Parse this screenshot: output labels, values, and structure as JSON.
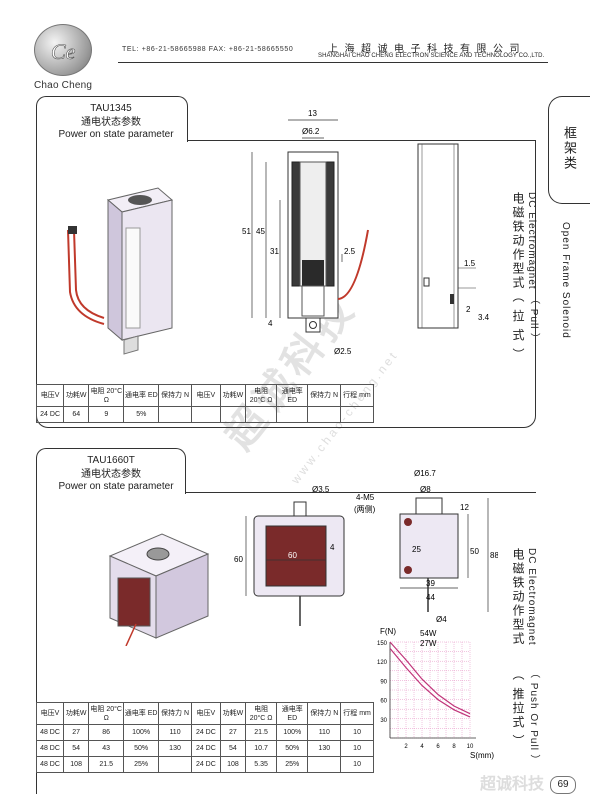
{
  "header": {
    "logo_text": "Chao Cheng",
    "contact": "TEL: +86-21-58665988  FAX: +86-21-58665550",
    "company_cn": "上海超诚电子科技有限公司",
    "company_en": "SHANGHAI CHAO CHENG ELECTRON SCIENCE AND TECHNOLOGY CO.,LTD."
  },
  "side_tab": {
    "title": "框架类"
  },
  "side_labels": {
    "top_en": "DC Electromagnet",
    "top_cn": "电磁铁动作型式",
    "top_paren": "（ 拉 式 ）",
    "top_paren_en": "（ Pull ）",
    "open_frame": "Open Frame Solenoid",
    "bottom_en": "DC Electromagnet",
    "bottom_cn": "电磁铁动作型式",
    "bottom_paren": "（ 推拉式 ）",
    "bottom_paren_en": "（ Push Or Pull ）"
  },
  "products": [
    {
      "model": "TAU1345",
      "section_cn": "通电状态参数",
      "section_en": "Power on state parameter",
      "table_headers": [
        "电压V",
        "功耗W",
        "电阻 20°C Ω",
        "通电率 ED",
        "保持力 N",
        "电压V",
        "功耗W",
        "电阻 20°C Ω",
        "通电率 ED",
        "保持力 N",
        "行程 mm"
      ],
      "rows": [
        [
          "24 DC",
          "64",
          "9",
          "5%",
          "",
          "",
          "",
          "",
          "",
          "",
          ""
        ]
      ],
      "dims": {
        "d1": "13",
        "d2": "Ø6.2",
        "d3": "51",
        "d4": "45",
        "d5": "31",
        "d6": "2.5",
        "d7": "4",
        "d8": "Ø2.5",
        "d9": "1.5",
        "d10": "2",
        "d11": "3.4"
      }
    },
    {
      "model": "TAU1660T",
      "section_cn": "通电状态参数",
      "section_en": "Power on state parameter",
      "table_headers": [
        "电压V",
        "功耗W",
        "电阻 20°C Ω",
        "通电率 ED",
        "保持力 N",
        "电压V",
        "功耗W",
        "电阻 20°C Ω",
        "通电率 ED",
        "保持力 N",
        "行程 mm"
      ],
      "rows": [
        [
          "48 DC",
          "27",
          "86",
          "100%",
          "110",
          "24 DC",
          "27",
          "21.5",
          "100%",
          "110",
          "10"
        ],
        [
          "48 DC",
          "54",
          "43",
          "50%",
          "130",
          "24 DC",
          "54",
          "10.7",
          "50%",
          "130",
          "10"
        ],
        [
          "48 DC",
          "108",
          "21.5",
          "25%",
          "",
          "24 DC",
          "108",
          "5.35",
          "25%",
          "",
          "10"
        ]
      ],
      "dims": {
        "d1": "Ø3.5",
        "d2": "60",
        "d3": "60",
        "d4": "4",
        "d5": "Ø16.7",
        "d6": "Ø8",
        "d7": "4-M5",
        "d8": "(两侧)",
        "d9": "12",
        "d10": "25",
        "d11": "39",
        "d12": "44",
        "d13": "50",
        "d14": "88",
        "d15": "Ø4"
      }
    }
  ],
  "chart_data": {
    "type": "line",
    "ylabel": "F(N)",
    "xlabel": "S(mm)",
    "x_ticks": [
      "2",
      "4",
      "6",
      "8",
      "10"
    ],
    "y_ticks": [
      "150",
      "120",
      "90",
      "60",
      "30"
    ],
    "ylim": [
      0,
      150
    ],
    "xlim": [
      0,
      10
    ],
    "series": [
      {
        "name": "54W",
        "x": [
          0,
          2,
          4,
          6,
          8,
          10
        ],
        "values": [
          150,
          122,
          92,
          68,
          50,
          38
        ]
      },
      {
        "name": "27W",
        "x": [
          0,
          2,
          4,
          6,
          8,
          10
        ],
        "values": [
          140,
          110,
          82,
          60,
          44,
          33
        ]
      }
    ]
  },
  "watermark": {
    "text": "超诚科技",
    "url": "www.chao-cheng.net"
  },
  "page_number": "69",
  "colors": {
    "coil": "#7a2a2a",
    "frame": "#d8d2e4",
    "grid": "#e58bc0",
    "curve": "#c0357a"
  }
}
